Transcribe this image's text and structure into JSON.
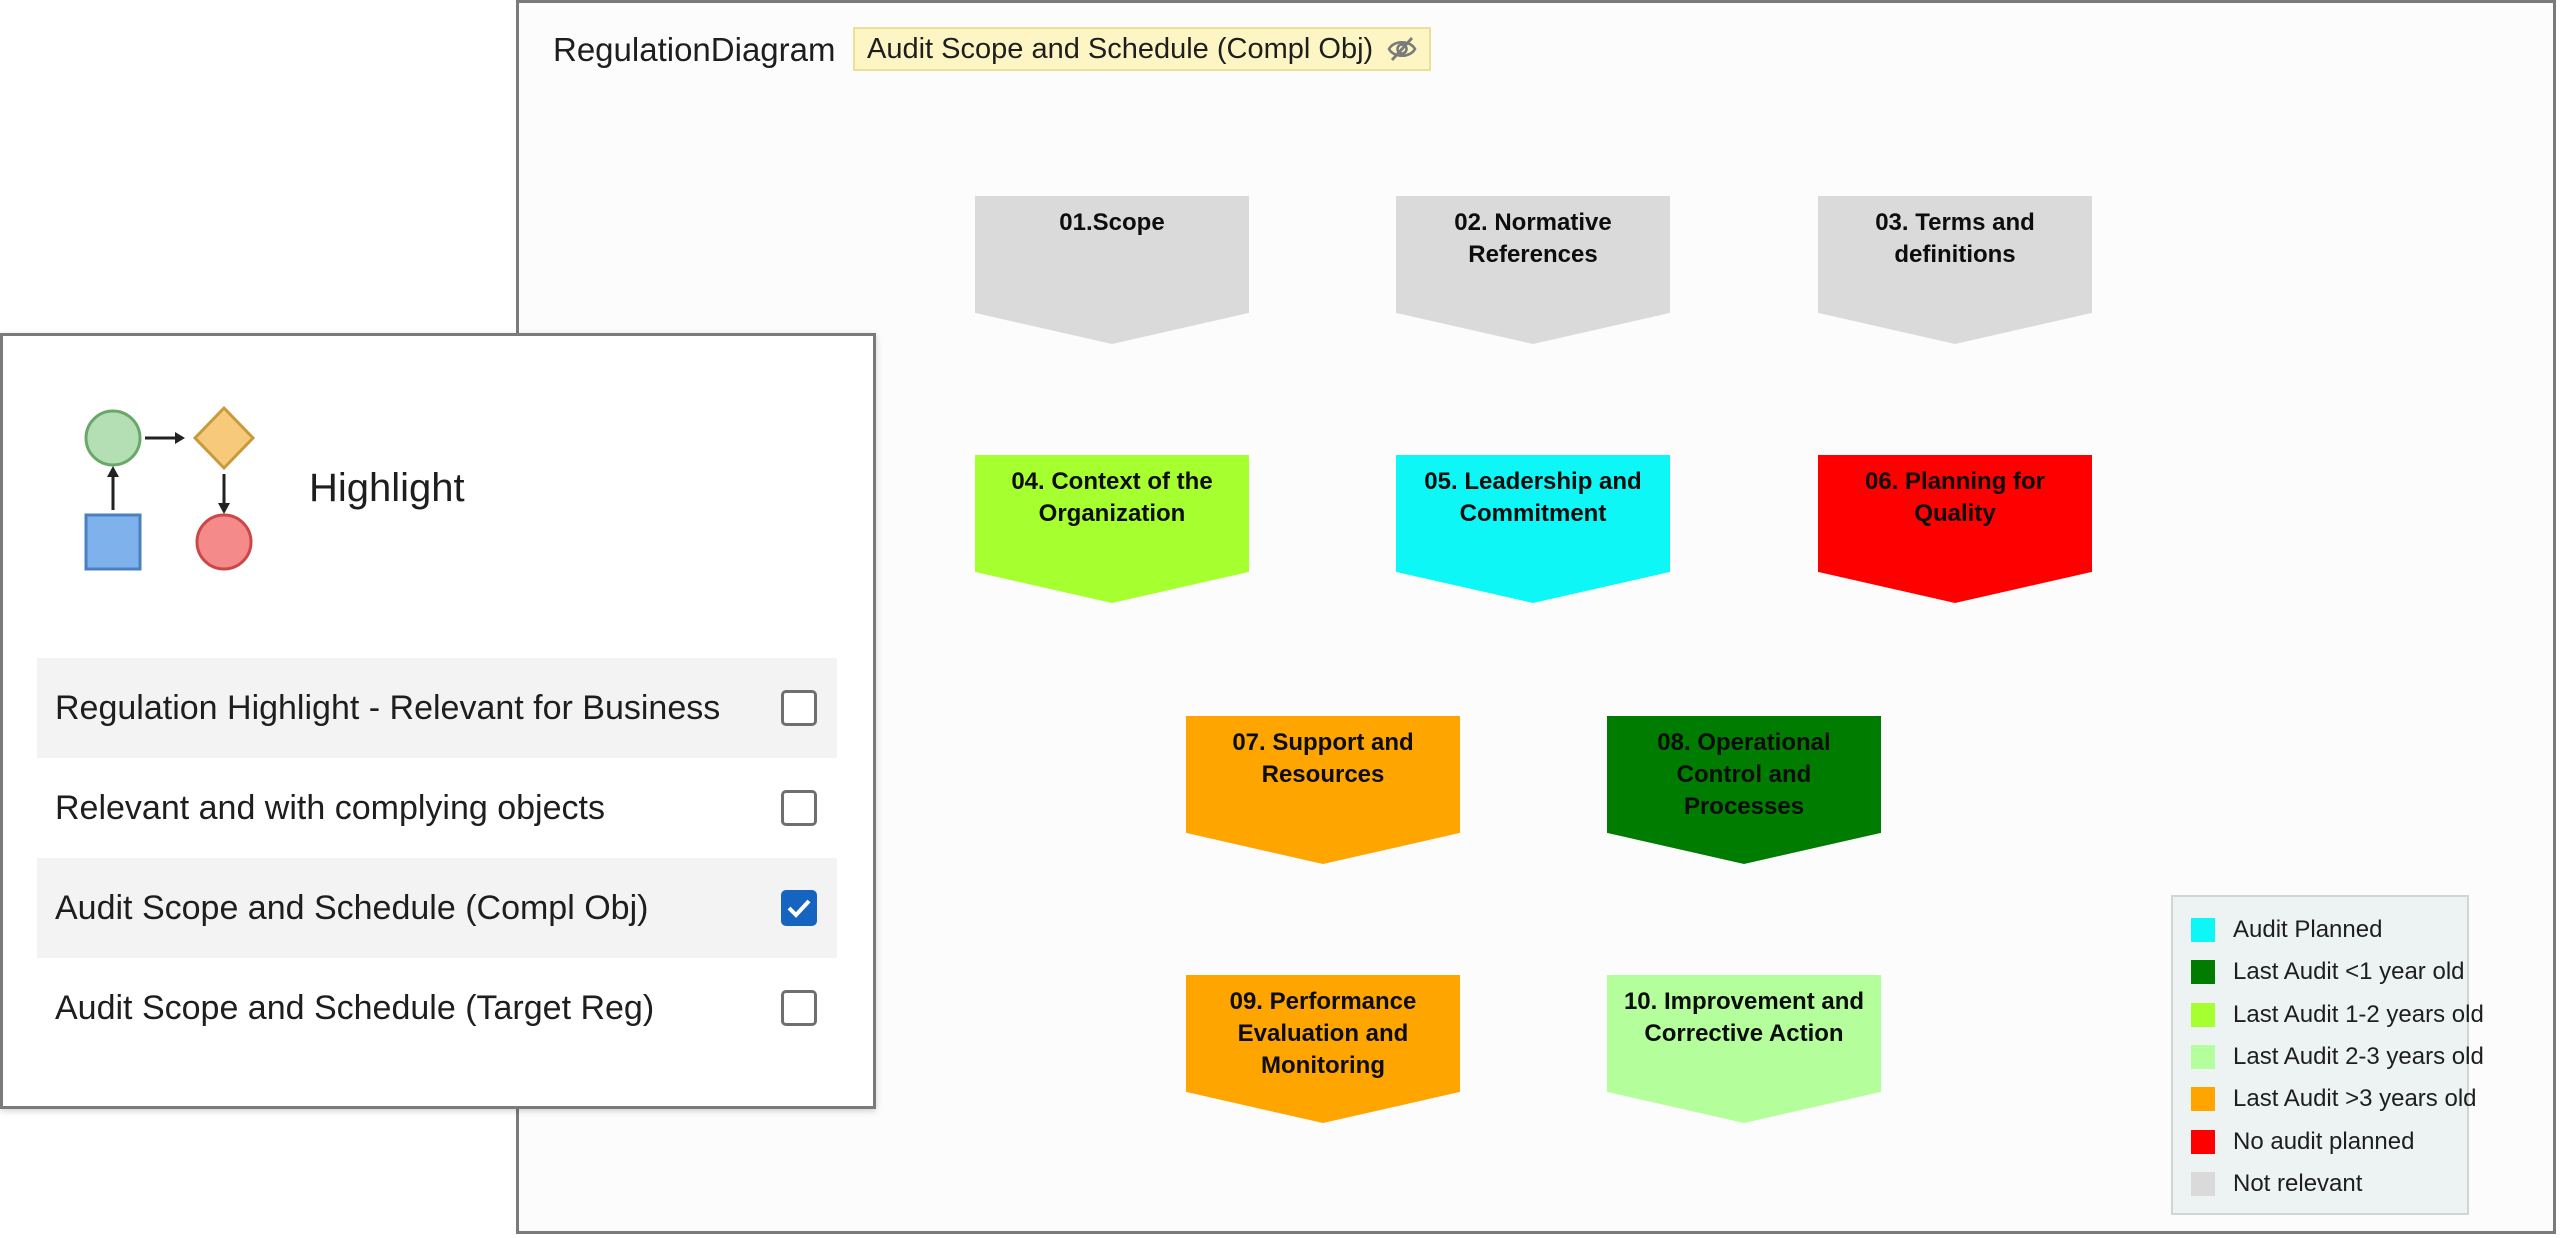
{
  "diagram": {
    "title": "RegulationDiagram",
    "filter_chip": {
      "label": "Audit Scope and Schedule (Compl Obj)",
      "icon": "eye-off-icon"
    },
    "chevrons": [
      {
        "label": "01.Scope",
        "status": "Not relevant",
        "color": "#dadada"
      },
      {
        "label": "02. Normative References",
        "status": "Not relevant",
        "color": "#dadada"
      },
      {
        "label": "03. Terms and definitions",
        "status": "Not relevant",
        "color": "#dadada"
      },
      {
        "label": "04. Context of the Organization",
        "status": "Last Audit 1-2 years old",
        "color": "#a6ff2e"
      },
      {
        "label": "05. Leadership and Commitment",
        "status": "Audit Planned",
        "color": "#0df7f7"
      },
      {
        "label": "06. Planning for Quality",
        "status": "No audit planned",
        "color": "#ff0000"
      },
      {
        "label": "07. Support and Resources",
        "status": "Last Audit >3 years old",
        "color": "#ffa500"
      },
      {
        "label": "08. Operational Control and Processes",
        "status": "Last Audit <1 year old",
        "color": "#007c00"
      },
      {
        "label": "09. Performance Evaluation and Monitoring",
        "status": "Last Audit >3 years old",
        "color": "#ffa500"
      },
      {
        "label": "10. Improvement and Corrective Action",
        "status": "Last Audit 2-3 years old",
        "color": "#b4ff9c"
      }
    ],
    "legend": [
      {
        "label": "Audit Planned",
        "color": "#0df7f7"
      },
      {
        "label": "Last Audit <1 year old",
        "color": "#007c00"
      },
      {
        "label": "Last Audit 1-2 years old",
        "color": "#a6ff2e"
      },
      {
        "label": "Last Audit 2-3 years old",
        "color": "#b4ff9c"
      },
      {
        "label": "Last Audit >3 years old",
        "color": "#ffa500"
      },
      {
        "label": "No audit planned",
        "color": "#ff0000"
      },
      {
        "label": "Not relevant",
        "color": "#dadada"
      }
    ]
  },
  "highlight_panel": {
    "heading": "Highlight",
    "options": [
      {
        "label": "Regulation Highlight - Relevant for Business",
        "checked": false
      },
      {
        "label": "Relevant and with complying objects",
        "checked": false
      },
      {
        "label": "Audit Scope and Schedule (Compl Obj)",
        "checked": true
      },
      {
        "label": "Audit Scope and Schedule (Target Reg)",
        "checked": false
      }
    ]
  }
}
